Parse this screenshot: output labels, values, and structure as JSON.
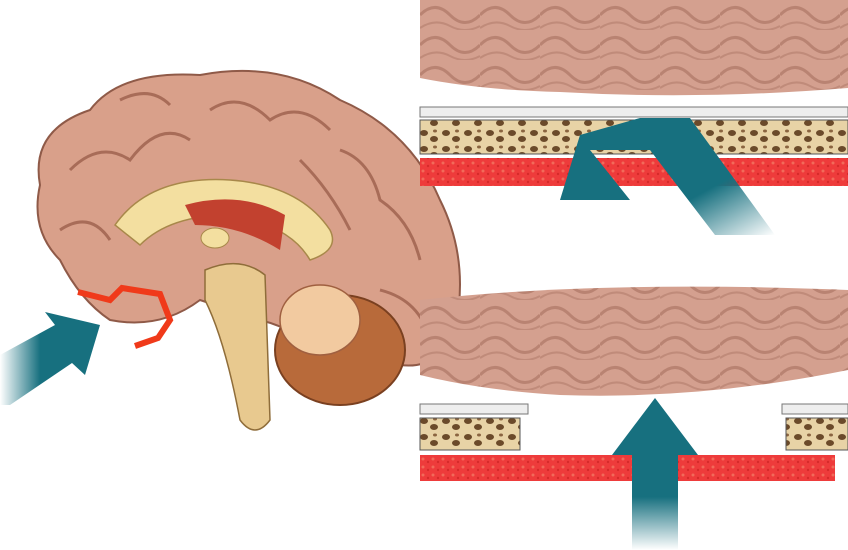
{
  "colors": {
    "background": "#ffffff",
    "brain_tissue": "#d9a08a",
    "brain_fold_shadow": "#b97a66",
    "midline_structures": "#f3dfa0",
    "corpus_callosum_red": "#c2412f",
    "cerebellum": "#e8b48c",
    "brainstem": "#e8c98f",
    "arrow_teal": "#17707f",
    "bone_beige": "#e8d3a6",
    "bone_pore": "#6b4a2a",
    "dura_plate": "#cfcfcf",
    "mucosa_red": "#ee3b3b",
    "defect_outline_red": "#f03a1a"
  },
  "icons": [
    "brain-sagittal-illustration",
    "teal-arrow",
    "skull-base-layer",
    "defect-outline"
  ]
}
